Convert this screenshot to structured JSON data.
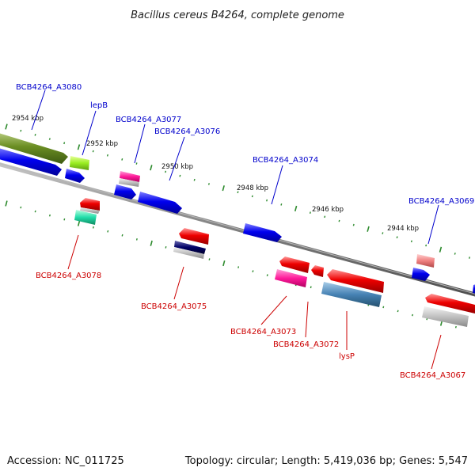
{
  "title": "Bacillus cereus B4264, complete genome",
  "footer": {
    "accession": "Accession: NC_011725",
    "topology": "Topology: circular; Length: 5,419,036 bp; Genes: 5,547"
  },
  "colors": {
    "forward_label": "#0000cc",
    "reverse_label": "#cc0000",
    "backbone": "#808080",
    "tick": "#2e8b2e"
  },
  "kbp_labels": [
    "2954 kbp",
    "2952 kbp",
    "2950 kbp",
    "2948 kbp",
    "2946 kbp",
    "2944 kbp"
  ],
  "forward_labels": [
    "BCB4264_A3080",
    "lepB",
    "BCB4264_A3077",
    "BCB4264_A3076",
    "BCB4264_A3074",
    "BCB4264_A3069"
  ],
  "reverse_labels": [
    "BCB4264_A3078",
    "BCB4264_A3075",
    "BCB4264_A3073",
    "BCB4264_A3072",
    "lysP",
    "BCB4264_A3067"
  ]
}
